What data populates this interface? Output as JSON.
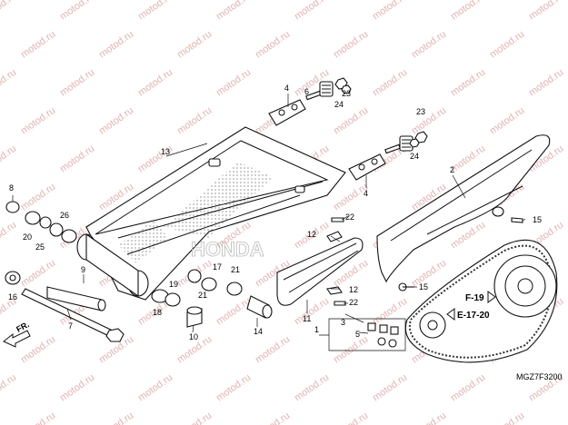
{
  "watermark": "motod.ru",
  "diagram_code": "MGZ7F3200",
  "direction": {
    "label": "FR."
  },
  "refs": [
    "F-19",
    "E-17-20"
  ],
  "callouts": [
    "1",
    "2",
    "3",
    "4",
    "4",
    "5",
    "6",
    "7",
    "8",
    "9",
    "10",
    "11",
    "12",
    "12",
    "13",
    "14",
    "15",
    "15",
    "16",
    "17",
    "18",
    "19",
    "20",
    "21",
    "21",
    "22",
    "22",
    "23",
    "23",
    "24",
    "24",
    "25",
    "26"
  ]
}
